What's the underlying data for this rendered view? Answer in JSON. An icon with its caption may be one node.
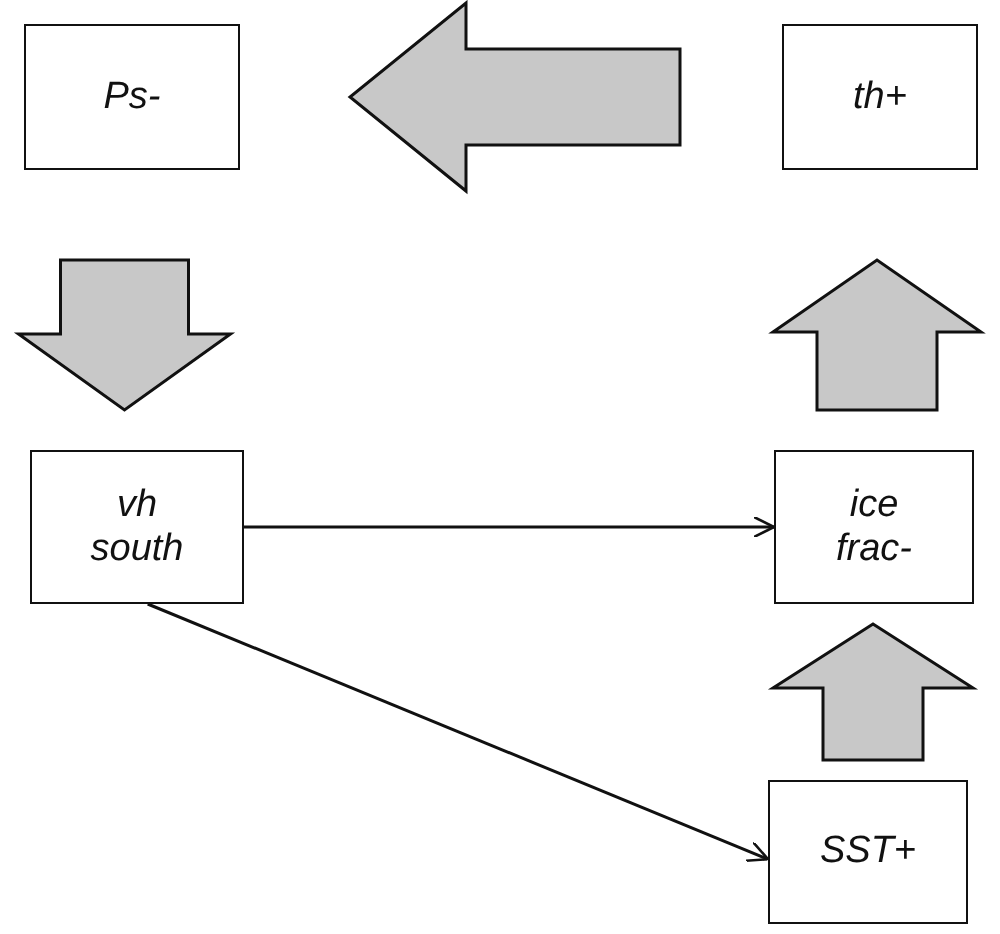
{
  "diagram": {
    "nodes": [
      {
        "text": [
          "Ps-"
        ]
      },
      {
        "text": [
          "th+"
        ]
      },
      {
        "text": [
          "vh south"
        ]
      },
      {
        "text": [
          "ice frac-"
        ]
      },
      {
        "text": [
          "SST+"
        ]
      }
    ],
    "edges": [
      {
        "from": 1,
        "to": 0,
        "arrow": "to",
        "style": "thick"
      },
      {
        "from": 0,
        "to": 2,
        "arrow": "to",
        "style": "thick"
      },
      {
        "from": 3,
        "to": 1,
        "arrow": "to",
        "style": "thick"
      },
      {
        "from": 4,
        "to": 3,
        "arrow": "to",
        "style": "thick"
      },
      {
        "from": 2,
        "to": 3,
        "arrow": "to"
      },
      {
        "from": 2,
        "to": 4,
        "arrow": "to"
      }
    ]
  }
}
